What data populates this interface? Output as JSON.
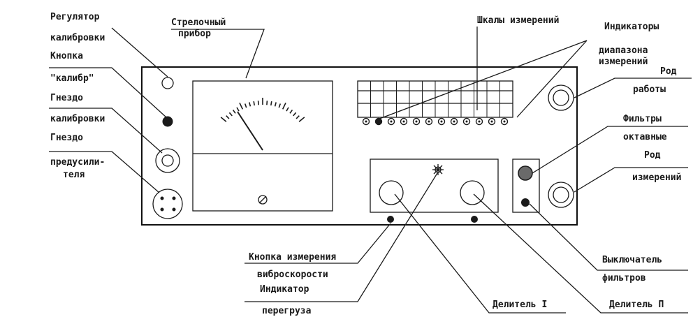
{
  "labels": {
    "calib_regulator_1": "Регулятор",
    "calib_regulator_2": "калибровки",
    "calib_button_1": "Кнопка",
    "calib_button_2": "\"калибр\"",
    "calib_socket_1": "Гнездо",
    "calib_socket_2": "калибровки",
    "preamp_socket_1": "Гнездо",
    "preamp_socket_2": "предусили-",
    "preamp_socket_3": "теля",
    "pointer_meter_1": "Стрелочный",
    "pointer_meter_2": "прибор",
    "scales": "Шкалы измерений",
    "range_indicators_1": "Индикаторы",
    "range_indicators_2": "диапазона",
    "range_indicators_3": "измерений",
    "work_mode_1": "Род",
    "work_mode_2": "работы",
    "octave_filters_1": "Фильтры",
    "octave_filters_2": "октавные",
    "measure_mode_1": "Род",
    "measure_mode_2": "измерений",
    "vibro_button_1": "Кнопка измерения",
    "vibro_button_2": "виброскорости",
    "overload_ind_1": "Индикатор",
    "overload_ind_2": "перегруза",
    "divider_1": "Делитель I",
    "divider_2": "Делитель П",
    "filter_switch_1": "Выключатель",
    "filter_switch_2": "фильтров"
  },
  "colors": {
    "ink": "#1a1a1a",
    "paper": "#ffffff"
  }
}
